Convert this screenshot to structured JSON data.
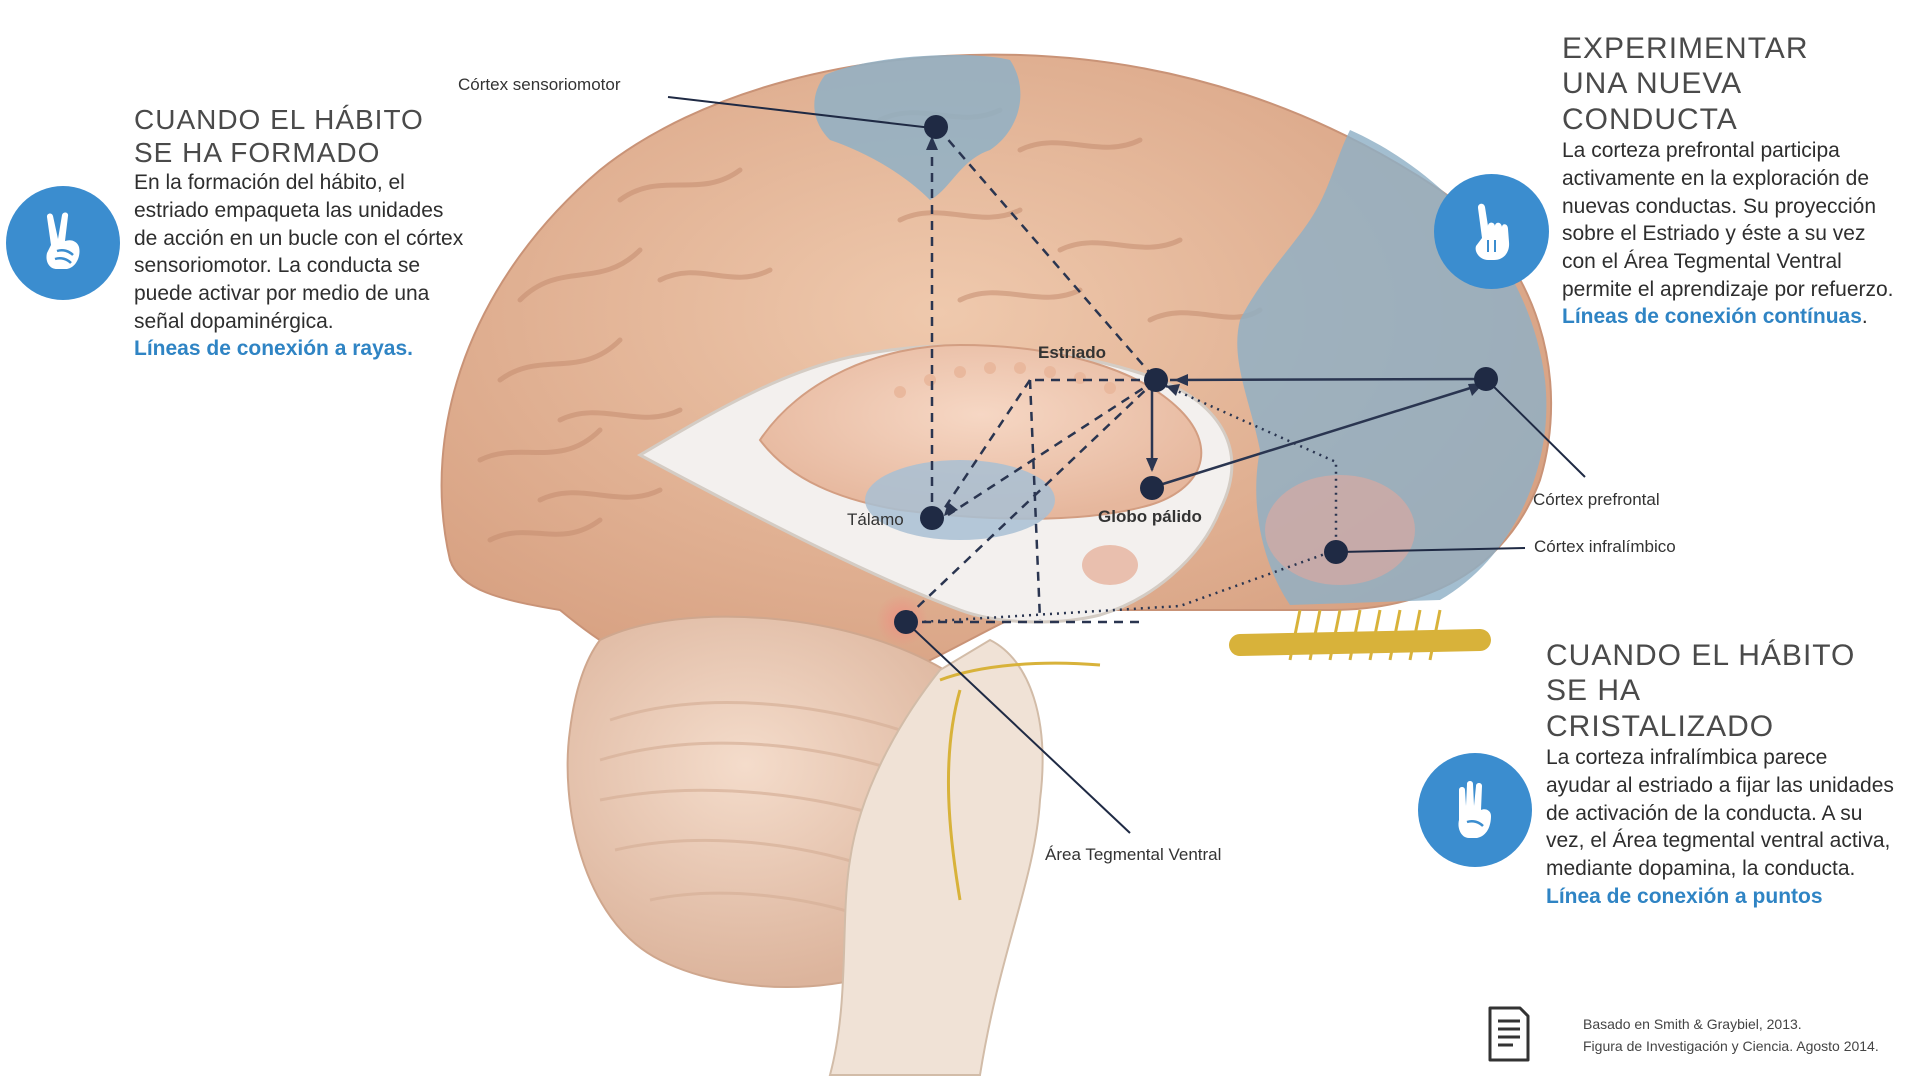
{
  "left_panel": {
    "title_line1": "CUANDO EL HÁBITO",
    "title_line2": "SE HA FORMADO",
    "body": "En la formación del hábito, el estriado empaqueta las unidades de acción en un bucle con el córtex sensoriomotor. La conducta se puede activar por medio de una señal dopaminérgica.",
    "highlight": "Líneas de conexión a rayas.",
    "icon": "two-fingers-hand-icon"
  },
  "right_top_panel": {
    "title_line1": "EXPERIMENTAR",
    "title_line2": "UNA NUEVA",
    "title_line3": "CONDUCTA",
    "body": "La corteza prefrontal participa activamente en la exploración de nuevas conductas. Su proyección sobre el Estriado y éste a su vez con el Área Tegmental Ventral permite el aprendizaje por refuerzo.",
    "highlight": "Líneas de conexión contínuas",
    "suffix": ".",
    "icon": "pointing-hand-icon"
  },
  "right_bottom_panel": {
    "title_line1": "CUANDO EL HÁBITO",
    "title_line2": "SE HA",
    "title_line3": "CRISTALIZADO",
    "body": "La corteza infralímbica parece ayudar al estriado a fijar las unidades de activación de la conducta. A su vez, el Área tegmental ventral activa, mediante dopamina, la conducta.",
    "highlight": "Línea de conexión a puntos",
    "icon": "three-fingers-hand-icon"
  },
  "labels": {
    "cortex_sensoriomotor": "Córtex sensoriomotor",
    "estriado": "Estriado",
    "talamo": "Tálamo",
    "globo_palido": "Globo pálido",
    "cortex_prefrontal": "Córtex prefrontal",
    "cortex_infralimbico": "Córtex infralímbico",
    "area_tegmental_ventral": "Área Tegmental Ventral"
  },
  "credit": {
    "line1": "Basado en Smith & Graybiel, 2013.",
    "line2": "Figura de Investigación y Ciencia. Agosto 2014.",
    "icon": "document-icon"
  },
  "colors": {
    "accent": "#3b8dcf",
    "highlight_text": "#2f84c4",
    "brain_tissue": "#e7b89c",
    "cortex_blue": "#8fb0c6",
    "node": "#1f2a44",
    "nerve": "#d8b23a"
  }
}
